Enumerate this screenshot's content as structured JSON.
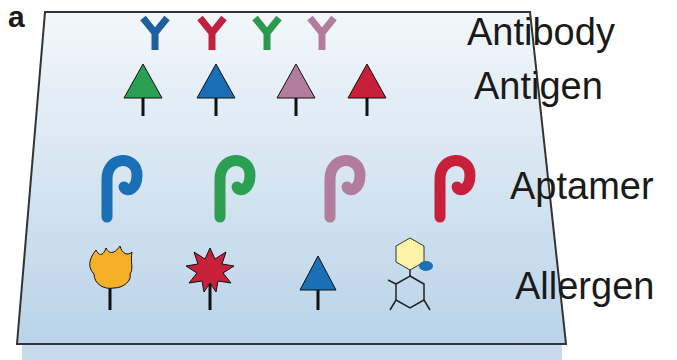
{
  "diagram": {
    "labels": [
      "a",
      "Antibody",
      "Antigen",
      "Aptamer",
      "Allergen"
    ]
  }
}
